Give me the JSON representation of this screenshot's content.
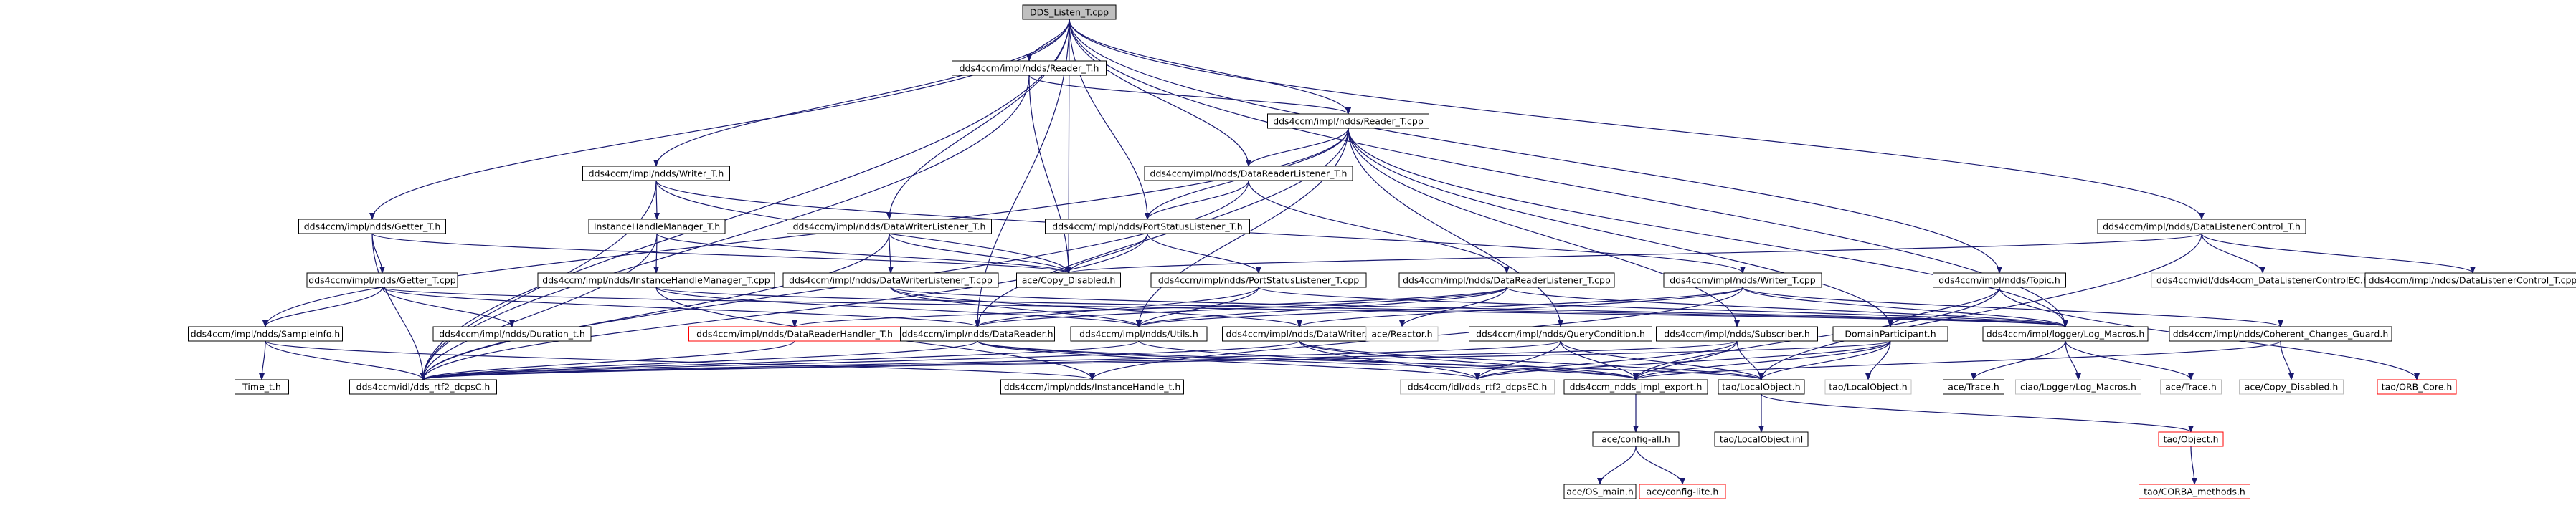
{
  "diagram": {
    "colors": {
      "edge": "#191970",
      "box_border": "#000000",
      "root_fill": "#bfbfbf",
      "missing_border": "#ff0000",
      "external_border": "#bfbfbf",
      "text": "#000000"
    },
    "nodes": [
      {
        "id": "dds_listen_t_cpp",
        "label": "DDS_Listen_T.cpp",
        "kind": "root"
      },
      {
        "id": "reader_t_h",
        "label": "dds4ccm/impl/ndds/Reader_T.h",
        "kind": "normal"
      },
      {
        "id": "reader_t_cpp",
        "label": "dds4ccm/impl/ndds/Reader_T.cpp",
        "kind": "normal"
      },
      {
        "id": "writer_t_h",
        "label": "dds4ccm/impl/ndds/Writer_T.h",
        "kind": "normal"
      },
      {
        "id": "datareaderlistener_t_h",
        "label": "dds4ccm/impl/ndds/DataReaderListener_T.h",
        "kind": "normal"
      },
      {
        "id": "instancehandlemanager_t_h",
        "label": "InstanceHandleManager_T.h",
        "kind": "normal"
      },
      {
        "id": "getter_t_h",
        "label": "dds4ccm/impl/ndds/Getter_T.h",
        "kind": "normal"
      },
      {
        "id": "datawriterlistener_t_h",
        "label": "dds4ccm/impl/ndds/DataWriterListener_T.h",
        "kind": "normal"
      },
      {
        "id": "portstatuslistener_t_h",
        "label": "dds4ccm/impl/ndds/PortStatusListener_T.h",
        "kind": "normal"
      },
      {
        "id": "datalistenercontrol_t_h",
        "label": "dds4ccm/impl/ndds/DataListenerControl_T.h",
        "kind": "normal"
      },
      {
        "id": "getter_t_cpp",
        "label": "dds4ccm/impl/ndds/Getter_T.cpp",
        "kind": "normal"
      },
      {
        "id": "instancehandlemanager_t_cpp",
        "label": "dds4ccm/impl/ndds/InstanceHandleManager_T.cpp",
        "kind": "normal"
      },
      {
        "id": "datawriterlistener_t_cpp",
        "label": "dds4ccm/impl/ndds/DataWriterListener_T.cpp",
        "kind": "normal"
      },
      {
        "id": "copy_disabled_h",
        "label": "ace/Copy_Disabled.h",
        "kind": "normal"
      },
      {
        "id": "portstatuslistener_t_cpp",
        "label": "dds4ccm/impl/ndds/PortStatusListener_T.cpp",
        "kind": "normal"
      },
      {
        "id": "datareaderlistener_t_cpp",
        "label": "dds4ccm/impl/ndds/DataReaderListener_T.cpp",
        "kind": "normal"
      },
      {
        "id": "writer_t_cpp",
        "label": "dds4ccm/impl/ndds/Writer_T.cpp",
        "kind": "normal"
      },
      {
        "id": "topic_h",
        "label": "dds4ccm/impl/ndds/Topic.h",
        "kind": "normal"
      },
      {
        "id": "datalistenercontrolec_h",
        "label": "dds4ccm/idl/dds4ccm_DataListenerControlEC.h",
        "kind": "external"
      },
      {
        "id": "datalistenercontrol_t_cpp",
        "label": "dds4ccm/impl/ndds/DataListenerControl_T.cpp",
        "kind": "normal"
      },
      {
        "id": "sampleinfo_h",
        "label": "dds4ccm/impl/ndds/SampleInfo.h",
        "kind": "normal"
      },
      {
        "id": "duration_t_h",
        "label": "dds4ccm/impl/ndds/Duration_t.h",
        "kind": "normal"
      },
      {
        "id": "datareaderhandler_t_h",
        "label": "dds4ccm/impl/ndds/DataReaderHandler_T.h",
        "kind": "missing"
      },
      {
        "id": "datareader_h",
        "label": "dds4ccm/impl/ndds/DataReader.h",
        "kind": "normal"
      },
      {
        "id": "utils_h",
        "label": "dds4ccm/impl/ndds/Utils.h",
        "kind": "normal"
      },
      {
        "id": "datawriter_h",
        "label": "dds4ccm/impl/ndds/DataWriter.h",
        "kind": "normal"
      },
      {
        "id": "reactor_h",
        "label": "ace/Reactor.h",
        "kind": "external"
      },
      {
        "id": "querycondition_h",
        "label": "dds4ccm/impl/ndds/QueryCondition.h",
        "kind": "normal"
      },
      {
        "id": "subscriber_h",
        "label": "dds4ccm/impl/ndds/Subscriber.h",
        "kind": "normal"
      },
      {
        "id": "domainparticipant_h",
        "label": "DomainParticipant.h",
        "kind": "normal"
      },
      {
        "id": "log_macros_h",
        "label": "dds4ccm/impl/logger/Log_Macros.h",
        "kind": "normal"
      },
      {
        "id": "coherent_changes_guard_h",
        "label": "dds4ccm/impl/ndds/Coherent_Changes_Guard.h",
        "kind": "normal"
      },
      {
        "id": "time_t_h",
        "label": "Time_t.h",
        "kind": "normal"
      },
      {
        "id": "dds_rtf2_dcpsc_h",
        "label": "dds4ccm/idl/dds_rtf2_dcpsC.h",
        "kind": "normal"
      },
      {
        "id": "instancehandle_t_h",
        "label": "dds4ccm/impl/ndds/InstanceHandle_t.h",
        "kind": "normal"
      },
      {
        "id": "dds_rtf2_dcpsec_h",
        "label": "dds4ccm/idl/dds_rtf2_dcpsEC.h",
        "kind": "external"
      },
      {
        "id": "ndds_impl_export_h",
        "label": "dds4ccm_ndds_impl_export.h",
        "kind": "normal"
      },
      {
        "id": "tao_localobject_h",
        "label": "tao/LocalObject.h",
        "kind": "normal"
      },
      {
        "id": "tao_localobject_h_ext",
        "label": "tao/LocalObject.h",
        "kind": "external"
      },
      {
        "id": "ace_trace_h",
        "label": "ace/Trace.h",
        "kind": "normal"
      },
      {
        "id": "ciao_log_macros_h",
        "label": "ciao/Logger/Log_Macros.h",
        "kind": "external"
      },
      {
        "id": "ace_trace_h_ext",
        "label": "ace/Trace.h",
        "kind": "external"
      },
      {
        "id": "ace_copy_disabled_h_ext",
        "label": "ace/Copy_Disabled.h",
        "kind": "external"
      },
      {
        "id": "tao_orb_core_h",
        "label": "tao/ORB_Core.h",
        "kind": "missing"
      },
      {
        "id": "ace_config_all_h",
        "label": "ace/config-all.h",
        "kind": "normal"
      },
      {
        "id": "tao_localobject_inl",
        "label": "tao/LocalObject.inl",
        "kind": "normal"
      },
      {
        "id": "tao_object_h",
        "label": "tao/Object.h",
        "kind": "missing"
      },
      {
        "id": "ace_os_main_h",
        "label": "ace/OS_main.h",
        "kind": "normal"
      },
      {
        "id": "ace_config_lite_h",
        "label": "ace/config-lite.h",
        "kind": "missing"
      },
      {
        "id": "tao_corba_methods_h",
        "label": "tao/CORBA_methods.h",
        "kind": "missing"
      }
    ],
    "edges": [
      [
        "dds_listen_t_cpp",
        "reader_t_h"
      ],
      [
        "dds_listen_t_cpp",
        "reader_t_cpp"
      ],
      [
        "dds_listen_t_cpp",
        "writer_t_h"
      ],
      [
        "dds_listen_t_cpp",
        "datareaderlistener_t_h"
      ],
      [
        "dds_listen_t_cpp",
        "getter_t_h"
      ],
      [
        "dds_listen_t_cpp",
        "datawriterlistener_t_h"
      ],
      [
        "dds_listen_t_cpp",
        "portstatuslistener_t_h"
      ],
      [
        "dds_listen_t_cpp",
        "datalistenercontrol_t_h"
      ],
      [
        "dds_listen_t_cpp",
        "topic_h"
      ],
      [
        "dds_listen_t_cpp",
        "copy_disabled_h"
      ],
      [
        "dds_listen_t_cpp",
        "log_macros_h"
      ],
      [
        "dds_listen_t_cpp",
        "dds_rtf2_dcpsc_h"
      ],
      [
        "dds_listen_t_cpp",
        "datareader_h"
      ],
      [
        "reader_t_h",
        "reader_t_cpp"
      ],
      [
        "reader_t_h",
        "copy_disabled_h"
      ],
      [
        "reader_t_h",
        "dds_rtf2_dcpsc_h"
      ],
      [
        "reader_t_cpp",
        "datareaderlistener_t_h"
      ],
      [
        "reader_t_cpp",
        "portstatuslistener_t_h"
      ],
      [
        "reader_t_cpp",
        "utils_h"
      ],
      [
        "reader_t_cpp",
        "querycondition_h"
      ],
      [
        "reader_t_cpp",
        "subscriber_h"
      ],
      [
        "reader_t_cpp",
        "log_macros_h"
      ],
      [
        "reader_t_cpp",
        "sampleinfo_h"
      ],
      [
        "reader_t_cpp",
        "datareader_h"
      ],
      [
        "reader_t_cpp",
        "domainparticipant_h"
      ],
      [
        "writer_t_h",
        "instancehandlemanager_t_h"
      ],
      [
        "writer_t_h",
        "writer_t_cpp"
      ],
      [
        "writer_t_h",
        "copy_disabled_h"
      ],
      [
        "writer_t_h",
        "dds_rtf2_dcpsc_h"
      ],
      [
        "datareaderlistener_t_h",
        "portstatuslistener_t_h"
      ],
      [
        "datareaderlistener_t_h",
        "datareaderlistener_t_cpp"
      ],
      [
        "datareaderlistener_t_h",
        "dds_rtf2_dcpsc_h"
      ],
      [
        "instancehandlemanager_t_h",
        "instancehandlemanager_t_cpp"
      ],
      [
        "instancehandlemanager_t_h",
        "copy_disabled_h"
      ],
      [
        "instancehandlemanager_t_h",
        "dds_rtf2_dcpsc_h"
      ],
      [
        "getter_t_h",
        "getter_t_cpp"
      ],
      [
        "getter_t_h",
        "copy_disabled_h"
      ],
      [
        "getter_t_h",
        "dds_rtf2_dcpsc_h"
      ],
      [
        "datawriterlistener_t_h",
        "datawriterlistener_t_cpp"
      ],
      [
        "datawriterlistener_t_h",
        "copy_disabled_h"
      ],
      [
        "datawriterlistener_t_h",
        "dds_rtf2_dcpsc_h"
      ],
      [
        "portstatuslistener_t_h",
        "portstatuslistener_t_cpp"
      ],
      [
        "portstatuslistener_t_h",
        "copy_disabled_h"
      ],
      [
        "portstatuslistener_t_h",
        "dds_rtf2_dcpsc_h"
      ],
      [
        "datalistenercontrol_t_h",
        "datalistenercontrolec_h"
      ],
      [
        "datalistenercontrol_t_h",
        "datalistenercontrol_t_cpp"
      ],
      [
        "datalistenercontrol_t_h",
        "copy_disabled_h"
      ],
      [
        "datalistenercontrol_t_h",
        "tao_localobject_h"
      ],
      [
        "getter_t_cpp",
        "sampleinfo_h"
      ],
      [
        "getter_t_cpp",
        "duration_t_h"
      ],
      [
        "getter_t_cpp",
        "datareader_h"
      ],
      [
        "getter_t_cpp",
        "log_macros_h"
      ],
      [
        "instancehandlemanager_t_cpp",
        "utils_h"
      ],
      [
        "instancehandlemanager_t_cpp",
        "log_macros_h"
      ],
      [
        "instancehandlemanager_t_cpp",
        "instancehandle_t_h"
      ],
      [
        "datawriterlistener_t_cpp",
        "utils_h"
      ],
      [
        "datawriterlistener_t_cpp",
        "log_macros_h"
      ],
      [
        "datawriterlistener_t_cpp",
        "datawriter_h"
      ],
      [
        "portstatuslistener_t_cpp",
        "utils_h"
      ],
      [
        "portstatuslistener_t_cpp",
        "log_macros_h"
      ],
      [
        "portstatuslistener_t_cpp",
        "datareader_h"
      ],
      [
        "datareaderlistener_t_cpp",
        "datareaderhandler_t_h"
      ],
      [
        "datareaderlistener_t_cpp",
        "reactor_h"
      ],
      [
        "datareaderlistener_t_cpp",
        "utils_h"
      ],
      [
        "datareaderlistener_t_cpp",
        "log_macros_h"
      ],
      [
        "datareaderlistener_t_cpp",
        "datareader_h"
      ],
      [
        "writer_t_cpp",
        "datawriter_h"
      ],
      [
        "writer_t_cpp",
        "utils_h"
      ],
      [
        "writer_t_cpp",
        "coherent_changes_guard_h"
      ],
      [
        "writer_t_cpp",
        "log_macros_h"
      ],
      [
        "writer_t_cpp",
        "instancehandle_t_h"
      ],
      [
        "topic_h",
        "domainparticipant_h"
      ],
      [
        "topic_h",
        "tao_orb_core_h"
      ],
      [
        "topic_h",
        "ndds_impl_export_h"
      ],
      [
        "sampleinfo_h",
        "time_t_h"
      ],
      [
        "sampleinfo_h",
        "dds_rtf2_dcpsc_h"
      ],
      [
        "sampleinfo_h",
        "instancehandle_t_h"
      ],
      [
        "datareaderhandler_t_h",
        "dds_rtf2_dcpsc_h"
      ],
      [
        "datareader_h",
        "dds_rtf2_dcpsc_h"
      ],
      [
        "datareader_h",
        "dds_rtf2_dcpsec_h"
      ],
      [
        "datareader_h",
        "ndds_impl_export_h"
      ],
      [
        "datareader_h",
        "tao_localobject_h"
      ],
      [
        "utils_h",
        "dds_rtf2_dcpsc_h"
      ],
      [
        "utils_h",
        "ndds_impl_export_h"
      ],
      [
        "datawriter_h",
        "dds_rtf2_dcpsc_h"
      ],
      [
        "datawriter_h",
        "dds_rtf2_dcpsec_h"
      ],
      [
        "datawriter_h",
        "ndds_impl_export_h"
      ],
      [
        "datawriter_h",
        "tao_localobject_h"
      ],
      [
        "querycondition_h",
        "dds_rtf2_dcpsc_h"
      ],
      [
        "querycondition_h",
        "dds_rtf2_dcpsec_h"
      ],
      [
        "querycondition_h",
        "ndds_impl_export_h"
      ],
      [
        "querycondition_h",
        "tao_localobject_h"
      ],
      [
        "subscriber_h",
        "dds_rtf2_dcpsc_h"
      ],
      [
        "subscriber_h",
        "dds_rtf2_dcpsec_h"
      ],
      [
        "subscriber_h",
        "ndds_impl_export_h"
      ],
      [
        "subscriber_h",
        "tao_localobject_h"
      ],
      [
        "domainparticipant_h",
        "dds_rtf2_dcpsc_h"
      ],
      [
        "domainparticipant_h",
        "dds_rtf2_dcpsec_h"
      ],
      [
        "domainparticipant_h",
        "ndds_impl_export_h"
      ],
      [
        "domainparticipant_h",
        "tao_localobject_h"
      ],
      [
        "domainparticipant_h",
        "tao_localobject_h_ext"
      ],
      [
        "log_macros_h",
        "ace_trace_h"
      ],
      [
        "log_macros_h",
        "ciao_log_macros_h"
      ],
      [
        "log_macros_h",
        "ace_trace_h_ext"
      ],
      [
        "coherent_changes_guard_h",
        "ace_copy_disabled_h_ext"
      ],
      [
        "coherent_changes_guard_h",
        "ndds_impl_export_h"
      ],
      [
        "ndds_impl_export_h",
        "ace_config_all_h"
      ],
      [
        "tao_localobject_h",
        "tao_localobject_inl"
      ],
      [
        "tao_localobject_h",
        "tao_object_h"
      ],
      [
        "ace_config_all_h",
        "ace_os_main_h"
      ],
      [
        "ace_config_all_h",
        "ace_config_lite_h"
      ],
      [
        "tao_object_h",
        "tao_corba_methods_h"
      ]
    ]
  }
}
